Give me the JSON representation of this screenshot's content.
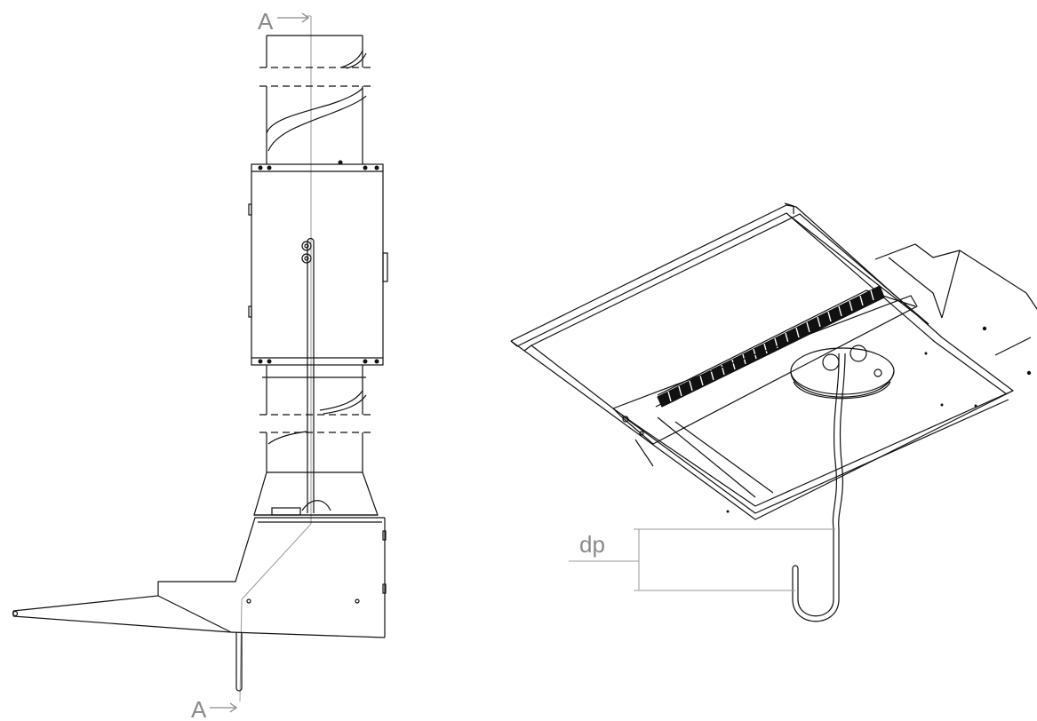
{
  "section_marker_top": "A",
  "section_marker_bottom": "A",
  "dimension_label": "dp",
  "colors": {
    "line": "#111111",
    "dim_line": "#9a9a9a",
    "label": "#8a8a8a",
    "background": "#ffffff"
  }
}
